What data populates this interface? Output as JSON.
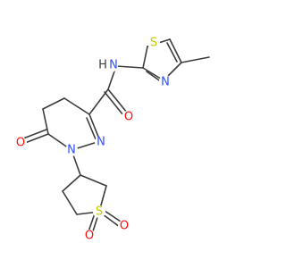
{
  "colors": {
    "bond": "#3c3c3c",
    "N": "#3050f8",
    "O": "#ff0d0d",
    "S": "#c8c800",
    "background": "#ffffff"
  },
  "atoms": {
    "N_amide": "N",
    "H_amide": "H",
    "O_amide": "O",
    "S_thiazole": "S",
    "N_thiazole": "N",
    "N_ring_a": "N",
    "N_ring_b": "N",
    "O_ketone": "O",
    "S_sulfone": "S",
    "O_sulfone_1": "O",
    "O_sulfone_2": "O"
  }
}
